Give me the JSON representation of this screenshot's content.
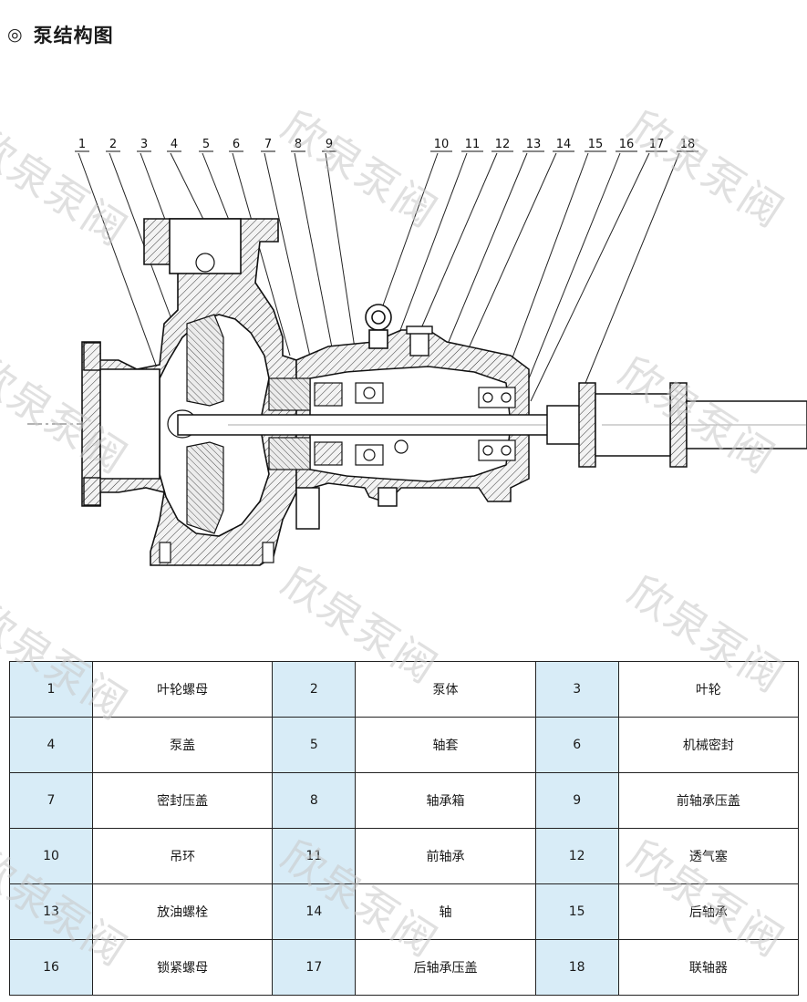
{
  "header": {
    "bullet": "◎",
    "title": "泵结构图"
  },
  "diagram": {
    "callouts": [
      "1",
      "2",
      "3",
      "4",
      "5",
      "6",
      "7",
      "8",
      "9",
      "10",
      "11",
      "12",
      "13",
      "14",
      "15",
      "16",
      "17",
      "18"
    ]
  },
  "watermark": "欣泉泵阀",
  "parts": [
    [
      {
        "no": "1",
        "name": "叶轮螺母"
      },
      {
        "no": "2",
        "name": "泵体"
      },
      {
        "no": "3",
        "name": "叶轮"
      }
    ],
    [
      {
        "no": "4",
        "name": "泵盖"
      },
      {
        "no": "5",
        "name": "轴套"
      },
      {
        "no": "6",
        "name": "机械密封"
      }
    ],
    [
      {
        "no": "7",
        "name": "密封压盖"
      },
      {
        "no": "8",
        "name": "轴承箱"
      },
      {
        "no": "9",
        "name": "前轴承压盖"
      }
    ],
    [
      {
        "no": "10",
        "name": "吊环"
      },
      {
        "no": "11",
        "name": "前轴承"
      },
      {
        "no": "12",
        "name": "透气塞"
      }
    ],
    [
      {
        "no": "13",
        "name": "放油螺栓"
      },
      {
        "no": "14",
        "name": "轴"
      },
      {
        "no": "15",
        "name": "后轴承"
      }
    ],
    [
      {
        "no": "16",
        "name": "锁紧螺母"
      },
      {
        "no": "17",
        "name": "后轴承压盖"
      },
      {
        "no": "18",
        "name": "联轴器"
      }
    ]
  ]
}
